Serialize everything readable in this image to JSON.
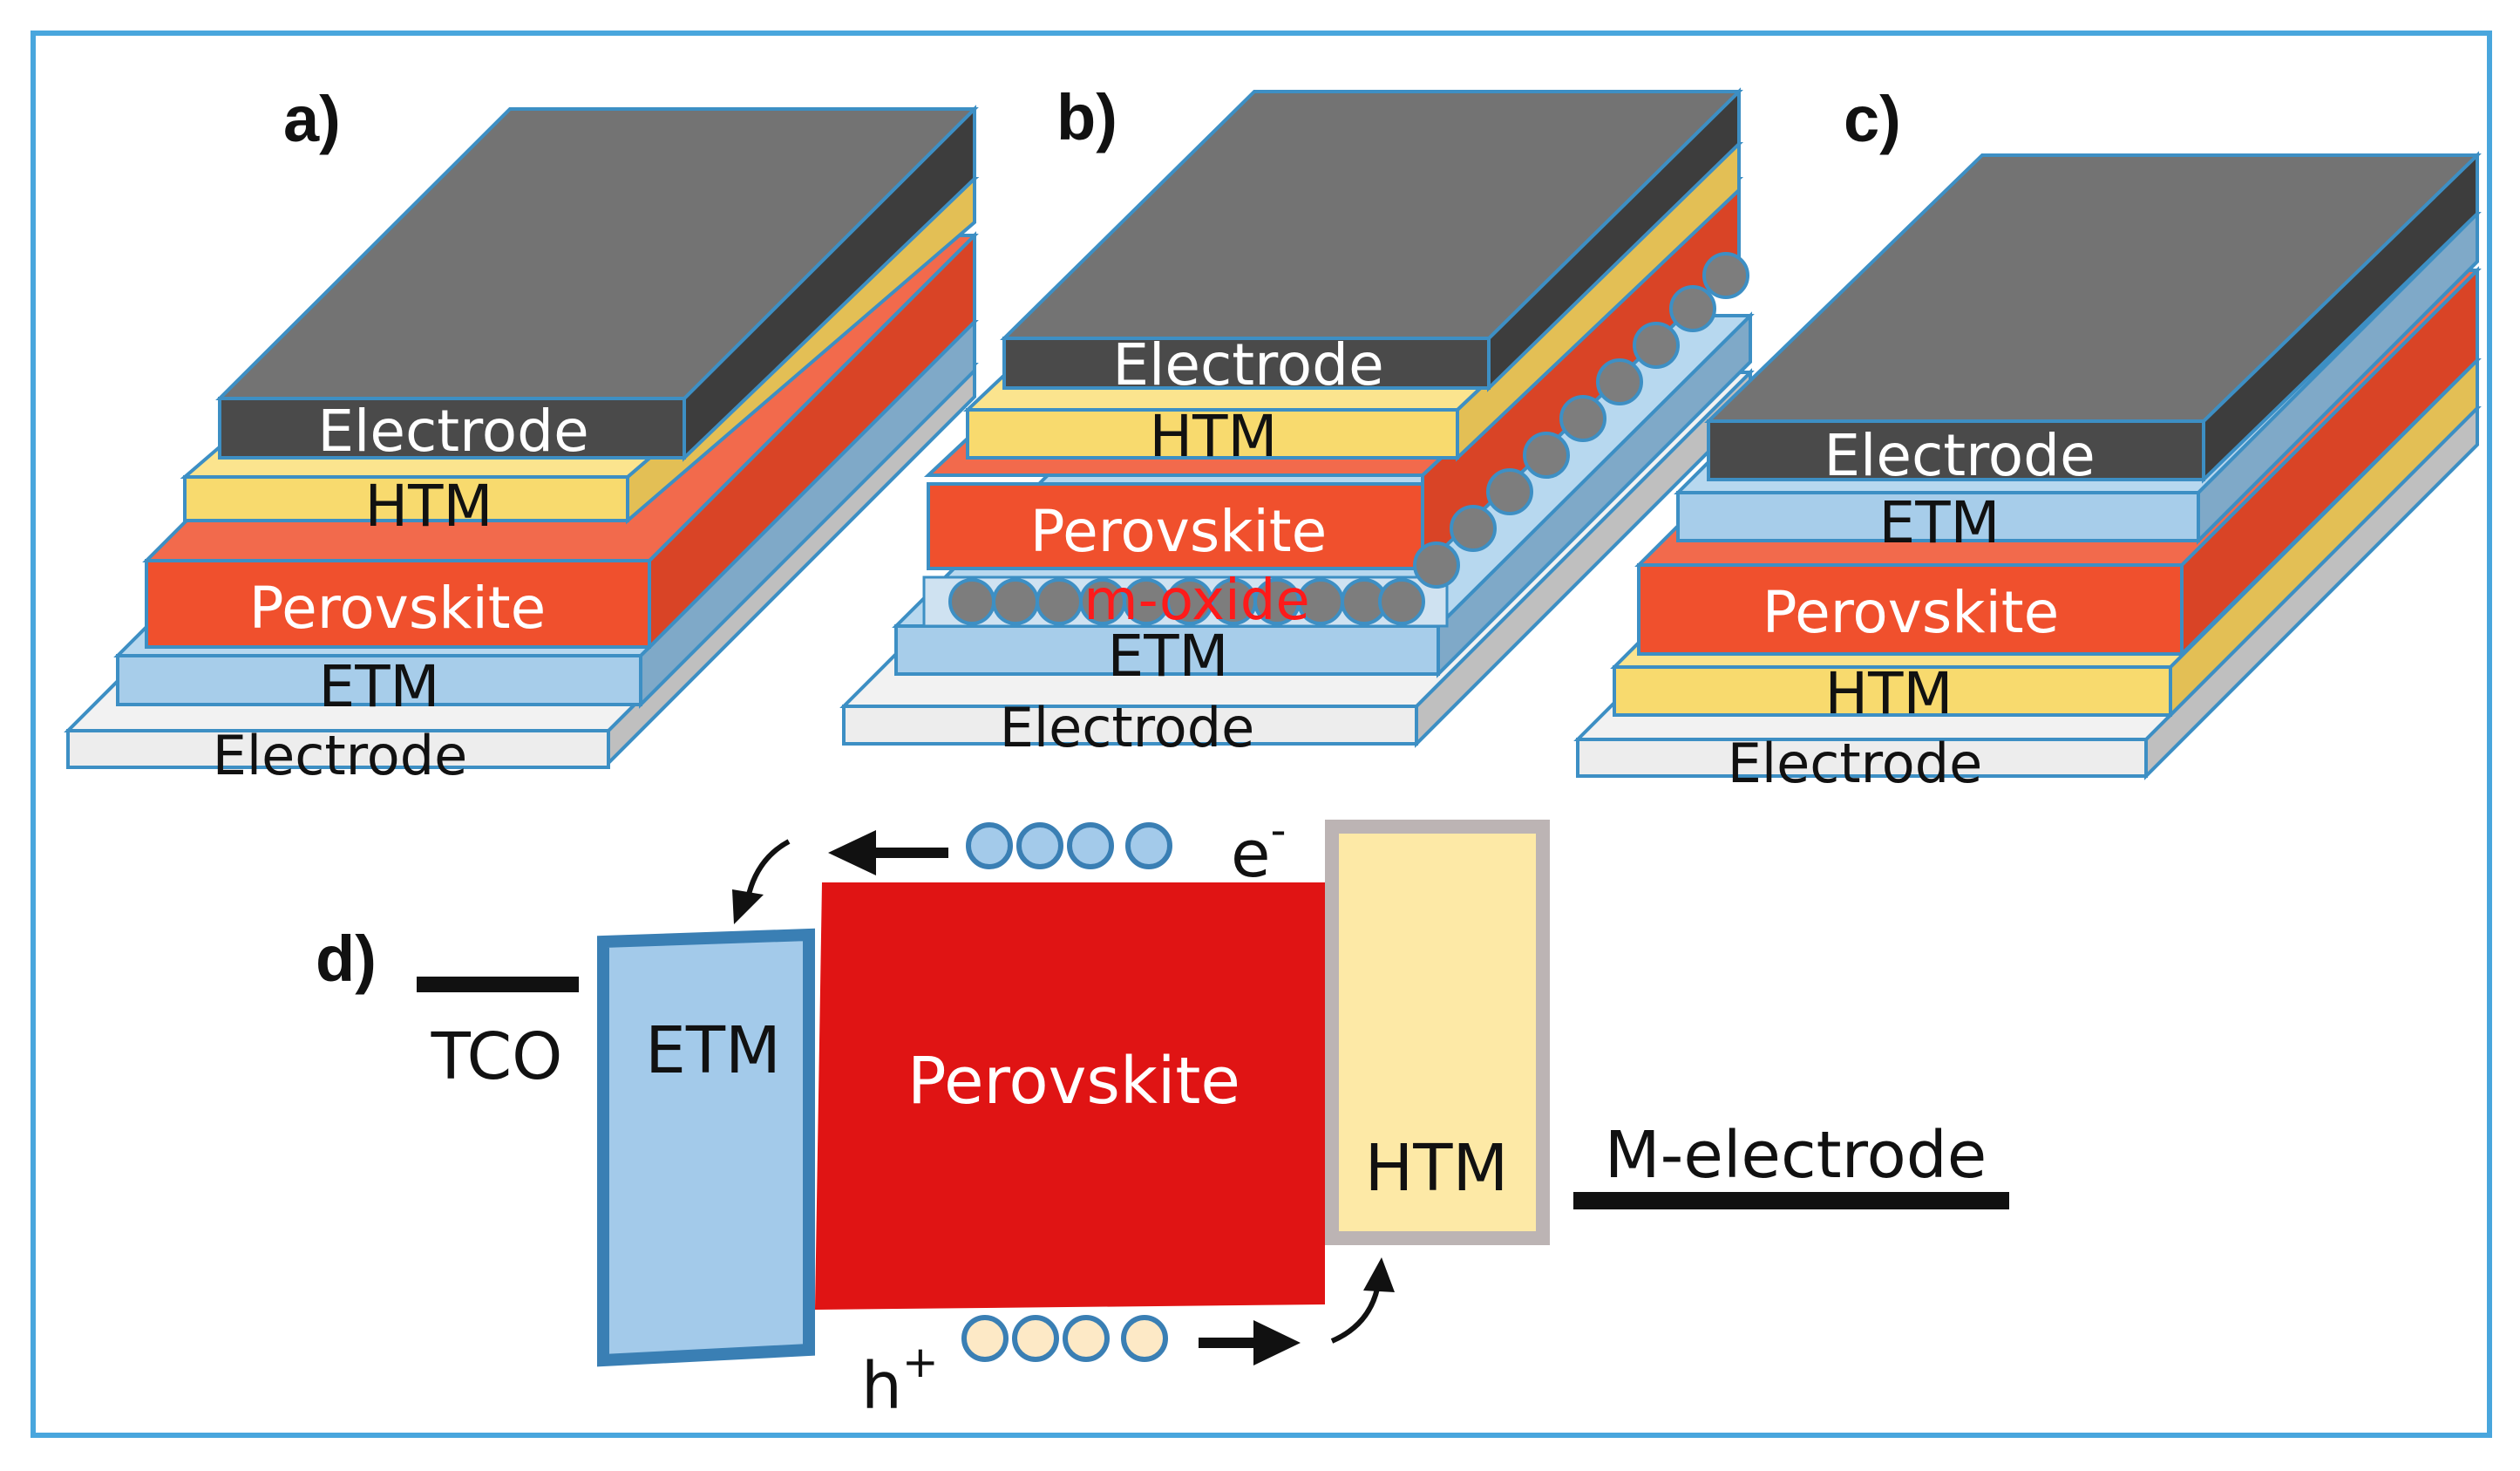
{
  "panels": {
    "a": {
      "label": "a)",
      "layers": [
        "Electrode",
        "HTM",
        "Perovskite",
        "ETM",
        "Electrode"
      ]
    },
    "b": {
      "label": "b)",
      "layers": [
        "Electrode",
        "HTM",
        "Perovskite",
        "m-oxide",
        "ETM",
        "Electrode"
      ]
    },
    "c": {
      "label": "c)",
      "layers": [
        "Electrode",
        "ETM",
        "Perovskite",
        "HTM",
        "Electrode"
      ]
    },
    "d": {
      "label": "d)",
      "tco": "TCO",
      "etm": "ETM",
      "perovskite": "Perovskite",
      "htm": "HTM",
      "m_electrode": "M-electrode",
      "electron": "e",
      "electron_sup": "-",
      "hole": "h",
      "hole_sup": "+"
    }
  },
  "colors": {
    "electrode_top": "#6f6f6f",
    "electrode_front": "#4a4a4a",
    "htm": "#f8da6e",
    "perovskite": "#f0502d",
    "perovskite_d": "#e01414",
    "etm": "#a7cdea",
    "bottom_electrode": "#ececec",
    "outline": "#3d8fc4",
    "m_oxide_text": "#ff1a1a",
    "frame": "#49a6dd"
  }
}
